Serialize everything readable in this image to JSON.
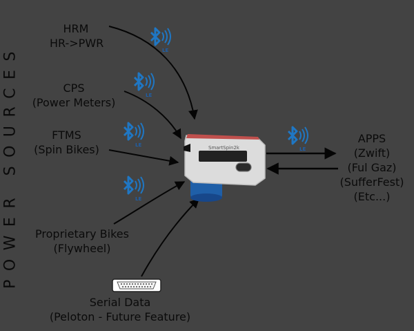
{
  "vertical_title": "POWER SOURCES",
  "sources": [
    {
      "line1": "HRM",
      "line2": "HR->PWR"
    },
    {
      "line1": "CPS",
      "line2": "(Power Meters)"
    },
    {
      "line1": "FTMS",
      "line2": "(Spin Bikes)"
    },
    {
      "line1": "Proprietary Bikes",
      "line2": "(Flywheel)"
    },
    {
      "line1": "Serial Data",
      "line2": "(Peloton - Future Feature)"
    }
  ],
  "apps": [
    "APPS",
    "(Zwift)",
    "(Ful Gaz)",
    "(SufferFest)",
    "(Etc...)"
  ],
  "bluetooth": {
    "badge": "LE",
    "color": "#1f77c4",
    "badge_color": "#1f5fa8"
  },
  "device": {
    "label": "SmartSpin2k",
    "body_color": "#d8d8d8",
    "knob_color": "#1f5fa8"
  },
  "colors": {
    "background": "#434343",
    "text": "#0a0a0a",
    "arrows": "#050505"
  }
}
